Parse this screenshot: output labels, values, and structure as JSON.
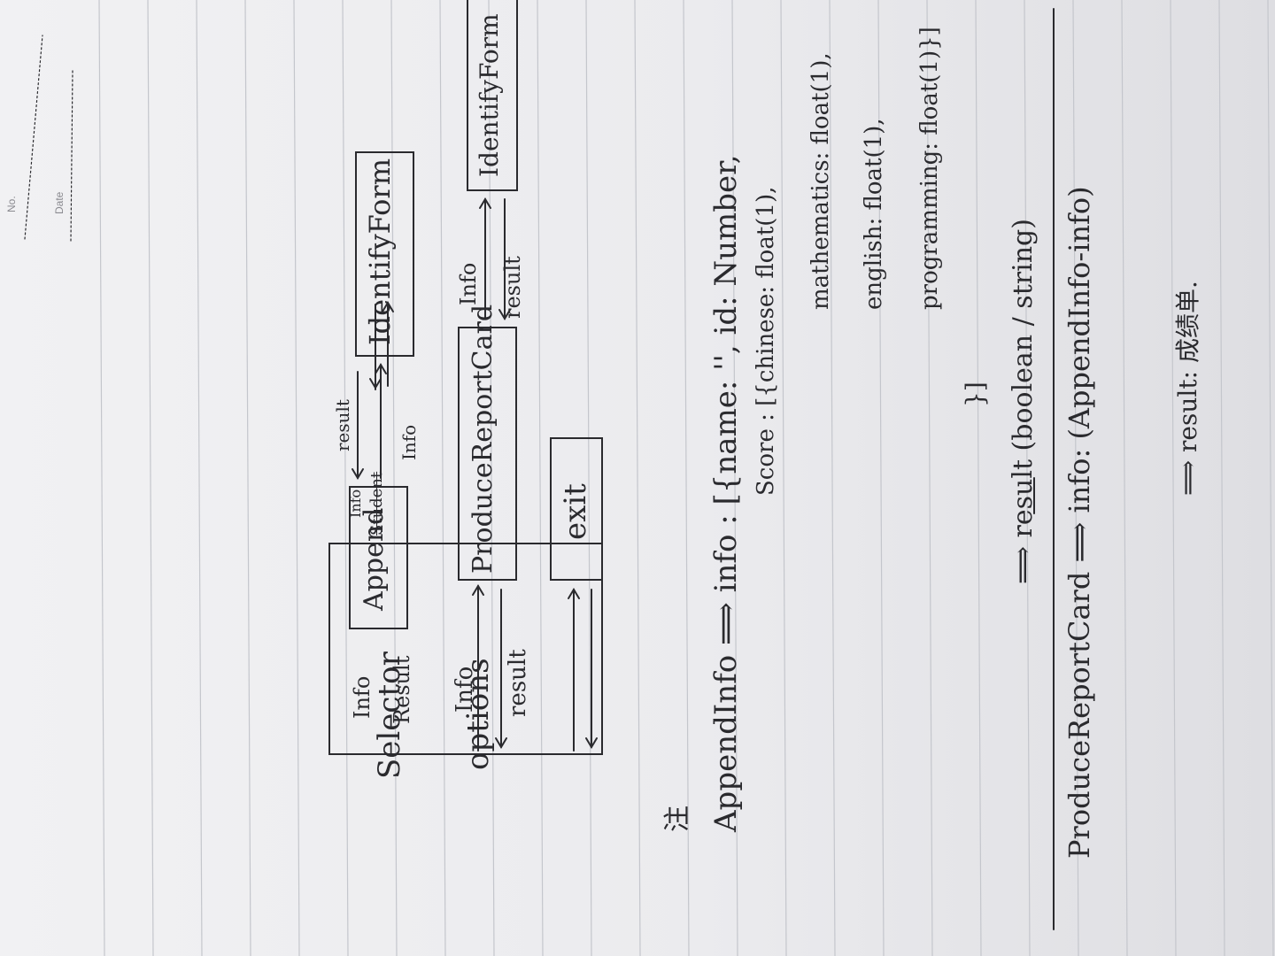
{
  "notebook": {
    "no_label": "No.",
    "date_label": "Date"
  },
  "diagram": {
    "boxes": {
      "selector": "Selector",
      "options": "options",
      "append": "Append",
      "append_overwrite": "Student",
      "append_insert": "Info",
      "identify_top": "IdentifyForm",
      "produce": "ProduceReportCard",
      "identify_bottom": "IdentifyForm",
      "exit": "exit"
    },
    "arrow_labels": {
      "sel_append_info": "Info",
      "sel_append_result": "Result",
      "append_identify_result": "result",
      "append_identify_info": "Info",
      "sel_produce_info": "Info",
      "sel_produce_result": "result",
      "produce_identify_info": "Info",
      "produce_identify_result": "result"
    }
  },
  "notes": {
    "margin_mark": "注",
    "append_line": "AppendInfo ⟹ info : [{name: '', id: Number, ",
    "score_line": "Score : [{chinese: float(1),",
    "math_line": "mathematics: float(1),",
    "english_line": "english: float(1),",
    "programming_line": "programming: float(1)}]",
    "close_line": "}]",
    "result_line": "⟹ result (boolean / string)",
    "produce_line": "ProduceReportCard ⟹ info: (AppendInfo-info)",
    "produce_result_line": "⟹ result: 成绩单."
  },
  "colors": {
    "ink": "#2a2a2e",
    "paper": "#eeeef0",
    "rule": "#c4c6cc"
  }
}
